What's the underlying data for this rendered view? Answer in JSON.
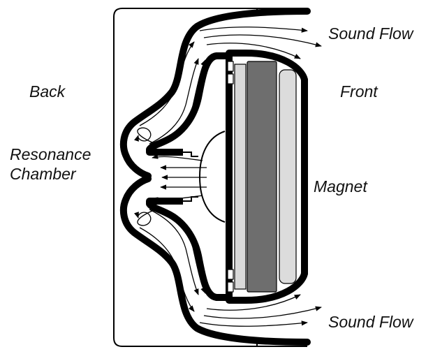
{
  "labels": {
    "sound_flow_top": "Sound Flow",
    "back": "Back",
    "front": "Front",
    "resonance_line1": "Resonance",
    "resonance_line2": "Chamber",
    "magnet": "Magnet",
    "sound_flow_bottom": "Sound Flow"
  },
  "colors": {
    "housing": "#000000",
    "magnet_dark": "#6b6b6b",
    "magnet_light": "#d6d6d6",
    "background": "#ffffff"
  }
}
